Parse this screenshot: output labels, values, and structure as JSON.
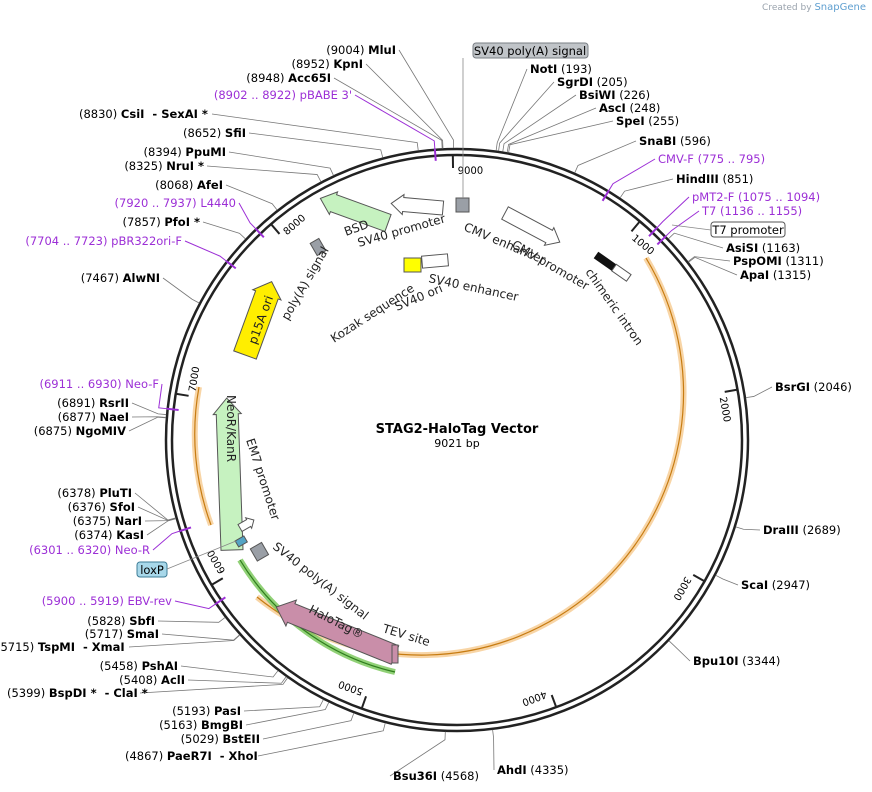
{
  "credit": {
    "prefix": "Created by",
    "brand": "SnapGene"
  },
  "title": "STAG2-HaloTag Vector",
  "length_label": "9021 bp",
  "total_bp": 9021,
  "ticks": [
    {
      "bp": 1000,
      "label": "1000"
    },
    {
      "bp": 2000,
      "label": "2000"
    },
    {
      "bp": 3000,
      "label": "3000"
    },
    {
      "bp": 4000,
      "label": "4000"
    },
    {
      "bp": 5000,
      "label": "5000"
    },
    {
      "bp": 6000,
      "label": "6000"
    },
    {
      "bp": 7000,
      "label": "7000"
    },
    {
      "bp": 8000,
      "label": "8000"
    },
    {
      "bp": 9000,
      "label": "9000"
    }
  ],
  "colors": {
    "orange": "#f2b35c",
    "green": "#6cc24a",
    "bsd": "#c6f2c0",
    "neo": "#c6f2c0",
    "halo": "#c98ea9",
    "ori": "#ffee00",
    "grey": "#9a9fa6",
    "primer": "#9c2fd6",
    "kozak": "#ffff00"
  },
  "sites": [
    {
      "id": "mlui",
      "name": "MluI",
      "pos": "(9004)",
      "bp": 9004
    },
    {
      "id": "kpni",
      "name": "KpnI",
      "pos": "(8952)",
      "bp": 8952
    },
    {
      "id": "acc65i",
      "name": "Acc65I",
      "pos": "(8948)",
      "bp": 8948
    },
    {
      "id": "csii",
      "name": "CsiI",
      "pos": "(8830)",
      "extra": "- SexAI *",
      "bp": 8830
    },
    {
      "id": "sfii",
      "name": "SfiI",
      "pos": "(8652)",
      "bp": 8652
    },
    {
      "id": "ppumi",
      "name": "PpuMI",
      "pos": "(8394)",
      "bp": 8394
    },
    {
      "id": "nrui",
      "name": "NruI *",
      "pos": "(8325)",
      "bp": 8325
    },
    {
      "id": "afei",
      "name": "AfeI",
      "pos": "(8068)",
      "bp": 8068
    },
    {
      "id": "pfoi",
      "name": "PfoI *",
      "pos": "(7857)",
      "bp": 7857
    },
    {
      "id": "alwni",
      "name": "AlwNI",
      "pos": "(7467)",
      "bp": 7467
    },
    {
      "id": "rsrii",
      "name": "RsrII",
      "pos": "(6891)",
      "bp": 6891
    },
    {
      "id": "naei",
      "name": "NaeI",
      "pos": "(6877)",
      "bp": 6877
    },
    {
      "id": "ngomiv",
      "name": "NgoMIV",
      "pos": "(6875)",
      "bp": 6875
    },
    {
      "id": "pluti",
      "name": "PluTI",
      "pos": "(6378)",
      "bp": 6378
    },
    {
      "id": "sfoi",
      "name": "SfoI",
      "pos": "(6376)",
      "bp": 6376
    },
    {
      "id": "nari",
      "name": "NarI",
      "pos": "(6375)",
      "bp": 6375
    },
    {
      "id": "kasi",
      "name": "KasI",
      "pos": "(6374)",
      "bp": 6374
    },
    {
      "id": "sbfi",
      "name": "SbfI",
      "pos": "(5828)",
      "bp": 5828
    },
    {
      "id": "smai",
      "name": "SmaI",
      "pos": "(5717)",
      "bp": 5717
    },
    {
      "id": "tspmi",
      "name": "TspMI",
      "pos": "(5715)",
      "extra": "- XmaI",
      "bp": 5715
    },
    {
      "id": "pshai",
      "name": "PshAI",
      "pos": "(5458)",
      "bp": 5458
    },
    {
      "id": "acli",
      "name": "AclI",
      "pos": "(5408)",
      "bp": 5408
    },
    {
      "id": "bspdi",
      "name": "BspDI *",
      "pos": "(5399)",
      "extra": "- ClaI *",
      "bp": 5399
    },
    {
      "id": "pasi",
      "name": "PasI",
      "pos": "(5193)",
      "bp": 5193
    },
    {
      "id": "bmgbi",
      "name": "BmgBI",
      "pos": "(5163)",
      "bp": 5163
    },
    {
      "id": "bsteii",
      "name": "BstEII",
      "pos": "(5029)",
      "bp": 5029
    },
    {
      "id": "paer7i",
      "name": "PaeR7I",
      "pos": "(4867)",
      "extra": "- XhoI",
      "bp": 4867
    },
    {
      "id": "bsu36i",
      "name": "Bsu36I",
      "pos": "(4568)",
      "bp": 4568
    },
    {
      "id": "ahdi",
      "name": "AhdI",
      "pos": "(4335)",
      "bp": 4335
    },
    {
      "id": "bpu10i",
      "name": "Bpu10I",
      "pos": "(3344)",
      "bp": 3344
    },
    {
      "id": "scai",
      "name": "ScaI",
      "pos": "(2947)",
      "bp": 2947
    },
    {
      "id": "draiii",
      "name": "DraIII",
      "pos": "(2689)",
      "bp": 2689
    },
    {
      "id": "bsrgi",
      "name": "BsrGI",
      "pos": "(2046)",
      "bp": 2046
    },
    {
      "id": "apai",
      "name": "ApaI",
      "pos": "(1315)",
      "bp": 1315
    },
    {
      "id": "pspomi",
      "name": "PspOMI",
      "pos": "(1311)",
      "bp": 1311
    },
    {
      "id": "asisi",
      "name": "AsiSI",
      "pos": "(1163)",
      "bp": 1163
    },
    {
      "id": "hindiii",
      "name": "HindIII",
      "pos": "(851)",
      "bp": 851
    },
    {
      "id": "snabi",
      "name": "SnaBI",
      "pos": "(596)",
      "bp": 596
    },
    {
      "id": "spei",
      "name": "SpeI",
      "pos": "(255)",
      "bp": 255
    },
    {
      "id": "asci",
      "name": "AscI",
      "pos": "(248)",
      "bp": 248
    },
    {
      "id": "bsiwi",
      "name": "BsiWI",
      "pos": "(226)",
      "bp": 226
    },
    {
      "id": "sgrdi",
      "name": "SgrDI",
      "pos": "(205)",
      "bp": 205
    },
    {
      "id": "noti",
      "name": "NotI",
      "pos": "(193)",
      "bp": 193
    }
  ],
  "primers": [
    {
      "id": "pbabe3",
      "name": "pBABE 3'",
      "range": "(8902 .. 8922)",
      "bp": 8912
    },
    {
      "id": "l4440",
      "name": "L4440",
      "range": "(7920 .. 7937)",
      "bp": 7928
    },
    {
      "id": "pbr322ori",
      "name": "pBR322ori-F",
      "range": "(7704 .. 7723)",
      "bp": 7713
    },
    {
      "id": "neof",
      "name": "Neo-F",
      "range": "(6911 .. 6930)",
      "bp": 6920
    },
    {
      "id": "neor",
      "name": "Neo-R",
      "range": "(6301 .. 6320)",
      "bp": 6310
    },
    {
      "id": "ebvrev",
      "name": "EBV-rev",
      "range": "(5900 .. 5919)",
      "bp": 5909
    },
    {
      "id": "cmvf",
      "name": "CMV-F",
      "range": "(775 .. 795)",
      "bp": 785
    },
    {
      "id": "pmt2f",
      "name": "pMT2-F",
      "range": "(1075 .. 1094)",
      "bp": 1085
    },
    {
      "id": "t7",
      "name": "T7",
      "range": "(1136 .. 1155)",
      "bp": 1145
    }
  ],
  "boxes": {
    "sv40_polya_top": "SV40 poly(A) signal",
    "t7_promoter": "T7 promoter",
    "loxp": "loxP"
  },
  "features": {
    "cmv_enhancer": "CMV enhancer",
    "cmv_promoter": "CMV promoter",
    "chimeric_intron": "chimeric intron",
    "sv40_promoter": "SV40 promoter",
    "bsd": "BSD",
    "polya": "poly(A) signal",
    "sv40_enhancer": "SV40 enhancer",
    "sv40_ori": "SV40 ori",
    "kozak": "Kozak sequence",
    "p15a": "p15A ori",
    "neo": "NeoR/KanR",
    "em7": "EM7 promoter",
    "sv40_polya": "SV40 poly(A) signal",
    "halotag": "HaloTag®",
    "tev": "TEV site"
  }
}
